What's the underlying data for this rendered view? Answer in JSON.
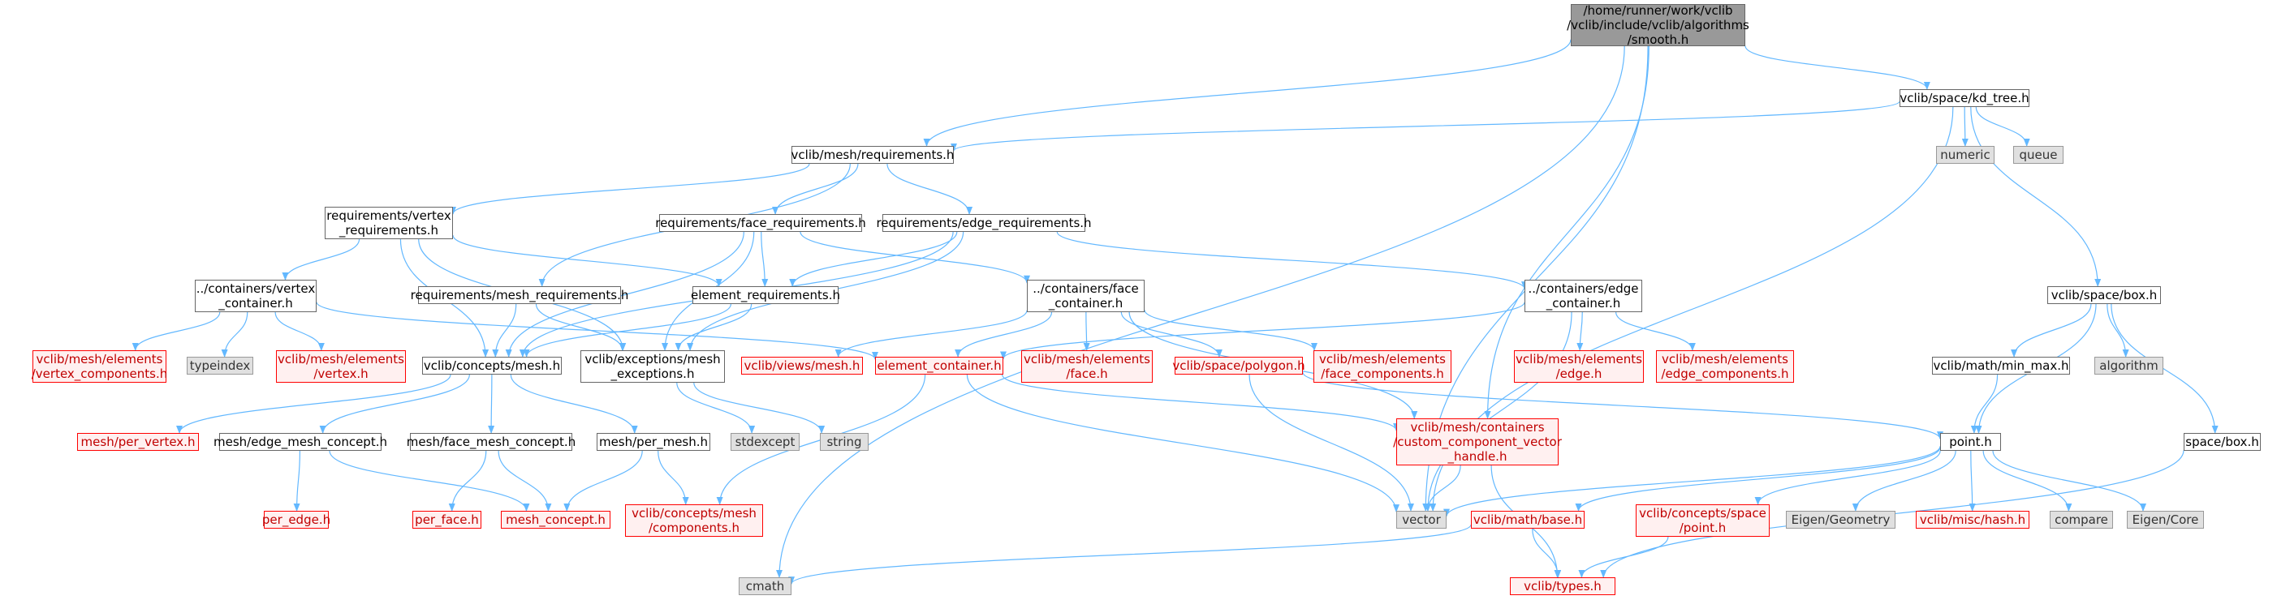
{
  "colors": {
    "edge": "#63b8ff",
    "root_fill": "#999999",
    "sys_fill": "#e0e0e0",
    "missing_border": "#ff0000",
    "missing_fill": "#fff0f0"
  },
  "nodes": {
    "root": "/home/runner/work/vclib\n/vclib/include/vclib/algorithms\n/smooth.h",
    "kd_tree": "vclib/space/kd_tree.h",
    "mesh_requirements": "vclib/mesh/requirements.h",
    "numeric": "numeric",
    "queue": "queue",
    "vertex_requirements": "requirements/vertex\n_requirements.h",
    "face_requirements": "requirements/face_requirements.h",
    "edge_requirements": "requirements/edge_requirements.h",
    "containers_vertex": "../containers/vertex\n_container.h",
    "req_mesh_requirements": "requirements/mesh_requirements.h",
    "element_requirements": "element_requirements.h",
    "containers_face": "../containers/face\n_container.h",
    "containers_edge": "../containers/edge\n_container.h",
    "space_box": "vclib/space/box.h",
    "vertex_components": "vclib/mesh/elements\n/vertex_components.h",
    "typeindex": "typeindex",
    "elements_vertex": "vclib/mesh/elements\n/vertex.h",
    "concepts_mesh": "vclib/concepts/mesh.h",
    "exceptions_mesh": "vclib/exceptions/mesh\n_exceptions.h",
    "views_mesh": "vclib/views/mesh.h",
    "element_container": "element_container.h",
    "elements_face": "vclib/mesh/elements\n/face.h",
    "space_polygon": "vclib/space/polygon.h",
    "face_components": "vclib/mesh/elements\n/face_components.h",
    "elements_edge": "vclib/mesh/elements\n/edge.h",
    "edge_components": "vclib/mesh/elements\n/edge_components.h",
    "min_max": "vclib/math/min_max.h",
    "algorithm": "algorithm",
    "per_vertex": "mesh/per_vertex.h",
    "edge_mesh_concept": "mesh/edge_mesh_concept.h",
    "face_mesh_concept": "mesh/face_mesh_concept.h",
    "per_mesh": "mesh/per_mesh.h",
    "stdexcept": "stdexcept",
    "string": "string",
    "custom_component": "vclib/mesh/containers\n/custom_component_vector\n_handle.h",
    "point": "point.h",
    "space_box2": "space/box.h",
    "per_edge": "per_edge.h",
    "per_face": "per_face.h",
    "mesh_concept": "mesh_concept.h",
    "concepts_mesh_components": "vclib/concepts/mesh\n/components.h",
    "vector": "vector",
    "math_base": "vclib/math/base.h",
    "concepts_space_point": "vclib/concepts/space\n/point.h",
    "eigen_geometry": "Eigen/Geometry",
    "misc_hash": "vclib/misc/hash.h",
    "compare": "compare",
    "eigen_core": "Eigen/Core",
    "cmath": "cmath",
    "types": "vclib/types.h"
  },
  "edges": [
    [
      "root",
      "kd_tree"
    ],
    [
      "root",
      "mesh_requirements"
    ],
    [
      "root",
      "custom_component"
    ],
    [
      "root",
      "vector"
    ],
    [
      "root",
      "cmath"
    ],
    [
      "kd_tree",
      "mesh_requirements"
    ],
    [
      "kd_tree",
      "numeric"
    ],
    [
      "kd_tree",
      "queue"
    ],
    [
      "kd_tree",
      "space_box"
    ],
    [
      "kd_tree",
      "vector"
    ],
    [
      "mesh_requirements",
      "vertex_requirements"
    ],
    [
      "mesh_requirements",
      "face_requirements"
    ],
    [
      "mesh_requirements",
      "edge_requirements"
    ],
    [
      "mesh_requirements",
      "req_mesh_requirements"
    ],
    [
      "vertex_requirements",
      "containers_vertex"
    ],
    [
      "vertex_requirements",
      "element_requirements"
    ],
    [
      "vertex_requirements",
      "concepts_mesh"
    ],
    [
      "vertex_requirements",
      "exceptions_mesh"
    ],
    [
      "face_requirements",
      "element_requirements"
    ],
    [
      "face_requirements",
      "containers_face"
    ],
    [
      "face_requirements",
      "concepts_mesh"
    ],
    [
      "face_requirements",
      "exceptions_mesh"
    ],
    [
      "edge_requirements",
      "element_requirements"
    ],
    [
      "edge_requirements",
      "containers_edge"
    ],
    [
      "edge_requirements",
      "concepts_mesh"
    ],
    [
      "edge_requirements",
      "exceptions_mesh"
    ],
    [
      "req_mesh_requirements",
      "concepts_mesh"
    ],
    [
      "req_mesh_requirements",
      "exceptions_mesh"
    ],
    [
      "element_requirements",
      "concepts_mesh"
    ],
    [
      "element_requirements",
      "exceptions_mesh"
    ],
    [
      "containers_vertex",
      "vertex_components"
    ],
    [
      "containers_vertex",
      "typeindex"
    ],
    [
      "containers_vertex",
      "elements_vertex"
    ],
    [
      "containers_vertex",
      "element_container"
    ],
    [
      "containers_face",
      "element_container"
    ],
    [
      "containers_face",
      "elements_face"
    ],
    [
      "containers_face",
      "space_polygon"
    ],
    [
      "containers_face",
      "face_components"
    ],
    [
      "containers_face",
      "views_mesh"
    ],
    [
      "containers_face",
      "custom_component"
    ],
    [
      "containers_edge",
      "element_container"
    ],
    [
      "containers_edge",
      "elements_edge"
    ],
    [
      "containers_edge",
      "edge_components"
    ],
    [
      "containers_edge",
      "vector"
    ],
    [
      "concepts_mesh",
      "per_vertex"
    ],
    [
      "concepts_mesh",
      "edge_mesh_concept"
    ],
    [
      "concepts_mesh",
      "face_mesh_concept"
    ],
    [
      "concepts_mesh",
      "per_mesh"
    ],
    [
      "exceptions_mesh",
      "stdexcept"
    ],
    [
      "exceptions_mesh",
      "string"
    ],
    [
      "element_container",
      "custom_component"
    ],
    [
      "element_container",
      "concepts_mesh_components"
    ],
    [
      "element_container",
      "vector"
    ],
    [
      "space_polygon",
      "point"
    ],
    [
      "space_polygon",
      "vector"
    ],
    [
      "edge_mesh_concept",
      "per_edge"
    ],
    [
      "edge_mesh_concept",
      "mesh_concept"
    ],
    [
      "face_mesh_concept",
      "per_face"
    ],
    [
      "face_mesh_concept",
      "mesh_concept"
    ],
    [
      "per_mesh",
      "mesh_concept"
    ],
    [
      "per_mesh",
      "concepts_mesh_components"
    ],
    [
      "custom_component",
      "vector"
    ],
    [
      "custom_component",
      "types"
    ],
    [
      "space_box",
      "min_max"
    ],
    [
      "space_box",
      "algorithm"
    ],
    [
      "space_box",
      "point"
    ],
    [
      "space_box",
      "space_box2"
    ],
    [
      "min_max",
      "point"
    ],
    [
      "point",
      "vector"
    ],
    [
      "point",
      "math_base"
    ],
    [
      "point",
      "concepts_space_point"
    ],
    [
      "point",
      "eigen_geometry"
    ],
    [
      "point",
      "misc_hash"
    ],
    [
      "point",
      "compare"
    ],
    [
      "point",
      "eigen_core"
    ],
    [
      "space_box2",
      "types"
    ],
    [
      "math_base",
      "cmath"
    ],
    [
      "math_base",
      "types"
    ],
    [
      "concepts_space_point",
      "types"
    ]
  ]
}
